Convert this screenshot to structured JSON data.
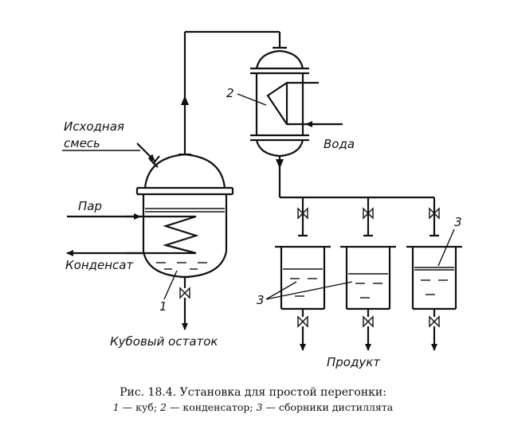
{
  "labels": {
    "feed": "Исходная смесь",
    "feed_line1": "Исходная",
    "feed_line2": "смесь",
    "steam": "Пар",
    "condensate": "Конденсат",
    "bottoms": "Кубовый остаток",
    "water": "Вода",
    "product": "Продукт",
    "n1": "1",
    "n2": "2",
    "n3a": "3",
    "n3b": "3"
  },
  "caption": {
    "title": "Рис. 18.4. Установка для простой перегонки:",
    "legend": [
      {
        "num": "1",
        "text": " — куб; "
      },
      {
        "num": "2",
        "text": " — конденсатор; "
      },
      {
        "num": "3",
        "text": " — сборники дистиллята"
      }
    ]
  }
}
